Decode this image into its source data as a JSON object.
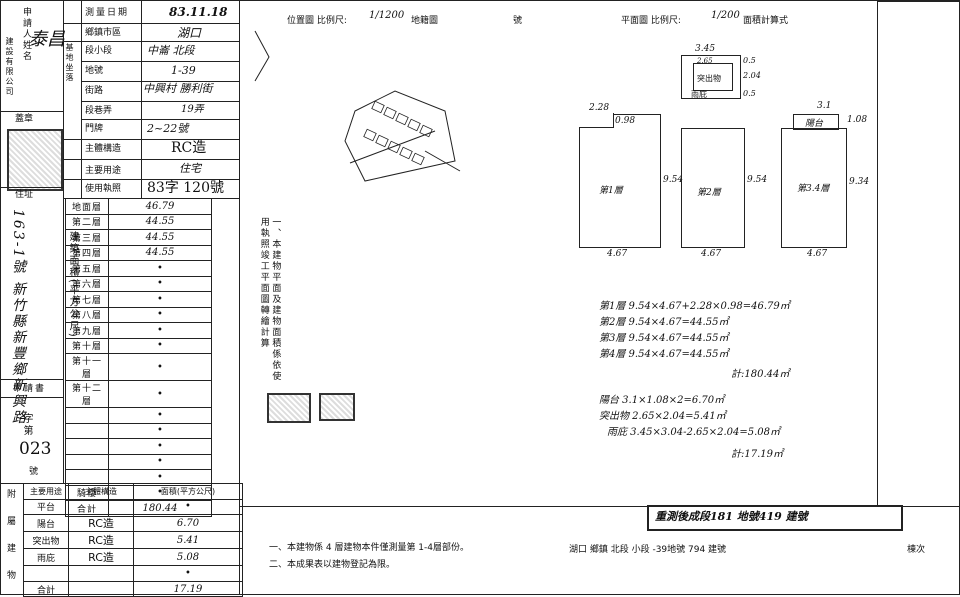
{
  "left_panel": {
    "applicant_label": "申請人姓名",
    "applicant_name": "泰昌",
    "builder_label": "建設有限公司",
    "seal_label": "蓋章",
    "address_label": "住址",
    "address_value": "163-1號 新竹縣新豐鄉新興路",
    "survey_date_label": "測量日期",
    "survey_date_value": "83.11.18",
    "township_label": "鄉鎮市區",
    "township_value": "湖口",
    "base_label": "基地坐落",
    "section_label": "段小段",
    "section_value": "中崙 北段",
    "lot_label": "地號",
    "lot_value": "1-39",
    "street_label": "街路",
    "street_value": "中興村 勝利街",
    "alley_label": "段巷弄",
    "alley_value": "19弄",
    "doorplate_label": "門牌",
    "doorplate_value": "2~22號",
    "structure_label": "主體構造",
    "structure_value": "RC造",
    "usage_label": "主要用途",
    "usage_value": "住宅",
    "license_label": "使用執照",
    "license_value": "83字 120號",
    "area_section_label": "建築面積(平方公尺)",
    "floors": [
      {
        "name": "地面層",
        "value": "46.79"
      },
      {
        "name": "第二層",
        "value": "44.55"
      },
      {
        "name": "第三層",
        "value": "44.55"
      },
      {
        "name": "第四層",
        "value": "44.55"
      },
      {
        "name": "第五層",
        "value": "•"
      },
      {
        "name": "第六層",
        "value": "•"
      },
      {
        "name": "第七層",
        "value": "•"
      },
      {
        "name": "第八層",
        "value": "•"
      },
      {
        "name": "第九層",
        "value": "•"
      },
      {
        "name": "第十層",
        "value": "•"
      },
      {
        "name": "第十一層",
        "value": "•"
      },
      {
        "name": "第十二層",
        "value": "•"
      },
      {
        "name": "",
        "value": "•"
      },
      {
        "name": "",
        "value": "•"
      },
      {
        "name": "",
        "value": "•"
      },
      {
        "name": "",
        "value": "•"
      },
      {
        "name": "",
        "value": "•"
      },
      {
        "name": "騎樓",
        "value": "•"
      },
      {
        "name": "合計",
        "value": "180.44"
      }
    ],
    "application_label": "申請書",
    "application_no_label": "字第",
    "application_no": "023",
    "number_label": "號",
    "attached_label": "附屬建物",
    "attached_headers": [
      "主要用途",
      "主體構造",
      "面積(平方公尺)"
    ],
    "attached_rows": [
      {
        "use": "平台",
        "structure": "",
        "area": "•"
      },
      {
        "use": "陽台",
        "structure": "RC造",
        "area": "6.70"
      },
      {
        "use": "突出物",
        "structure": "RC造",
        "area": "5.41"
      },
      {
        "use": "雨庇",
        "structure": "RC造",
        "area": "5.08"
      },
      {
        "use": "",
        "structure": "",
        "area": "•"
      },
      {
        "use": "合計",
        "structure": "",
        "area": "17.19"
      }
    ]
  },
  "notes_vertical": "一、本建物平面及建物面積係依使用執照竣工平面圖轉繪計算",
  "header": {
    "location_label": "位置圖 比例尺:",
    "location_scale": "1/1200",
    "road_label": "地籍圖",
    "number_label": "號",
    "floorplan_label": "平面圖 比例尺:",
    "floorplan_scale": "1/200",
    "area_calc_label": "面積計算式"
  },
  "floorplan": {
    "buildings": [
      {
        "label": "第1層",
        "height": "9.54",
        "width": "4.67",
        "notch_w": "2.28",
        "notch_h": "0.98"
      },
      {
        "label": "第2層",
        "height": "9.54",
        "width": "4.67"
      },
      {
        "label": "第3.4層",
        "height": "9.34",
        "width": "4.67",
        "balcony": "陽台",
        "balcony_w": "3.1",
        "balcony_h": "1.08"
      }
    ],
    "roof_label": "突出物",
    "canopy_label": "雨庇",
    "roof_dims": {
      "w": "3.45",
      "w2": "2.65",
      "h1": "0.5",
      "h2": "2.04",
      "h3": "0.5"
    }
  },
  "calculations": [
    "第1層 9.54×4.67+2.28×0.98=46.79㎡",
    "第2層 9.54×4.67=44.55㎡",
    "第3層 9.54×4.67=44.55㎡",
    "第4層 9.54×4.67=44.55㎡",
    "計:180.44㎡",
    "陽台 3.1×1.08×2=6.70㎡",
    "突出物 2.65×2.04=5.41㎡",
    "雨庇 3.45×3.04-2.65×2.04=5.08㎡",
    "計:17.19㎡"
  ],
  "footer": {
    "stamp_text": "重測後成段181 地號419 建號",
    "note1": "一、本建物係 4 層建物本件僅測量第 1-4層部份。",
    "note2": "二、本成果表以建物登記為限。",
    "location_line": "湖口 鄉鎮 北段 小段 -39地號 794 建號",
    "sequence_label": "棟次"
  }
}
